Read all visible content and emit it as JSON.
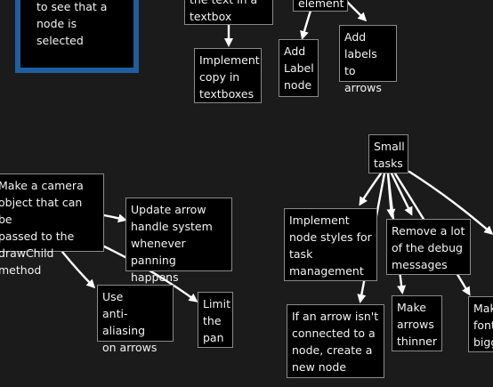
{
  "colors": {
    "background": "#1b1b1b",
    "node_fill": "#000000",
    "node_border": "#8a8a8a",
    "selected_border": "#1f5fa0",
    "text": "#f2f2f2",
    "arrow": "#ffffff"
  },
  "nodes": {
    "selected_hint": "to see that a\nnode is\nselected",
    "text_in_textbox": "the text in a\ntextbox",
    "element": "element",
    "copy_textboxes": "Implement\ncopy in\ntextboxes",
    "add_label_node": "Add\nLabel\nnode",
    "add_labels_arrows": "Add\nlabels to\narrows",
    "small_tasks": "Small\ntasks",
    "camera_object": "Make a camera\nobject that can be\npassed to the\ndrawChild method",
    "update_arrow_handles": "Update arrow\nhandle system\nwhenever\npanning happens",
    "node_styles": "Implement\nnode styles for\ntask\nmanagement",
    "remove_debug": "Remove a lot\nof the debug\nmessages",
    "anti_aliasing": "Use\nanti-aliasing\non arrows",
    "limit_pan": "Limit\nthe\npan",
    "arrow_not_connected": "If an arrow isn't\nconnected to a\nnode, create a\nnew node",
    "arrows_thinner": "Make\narrows\nthinner",
    "font_bigger": "Mak\nfont\nbigg"
  }
}
